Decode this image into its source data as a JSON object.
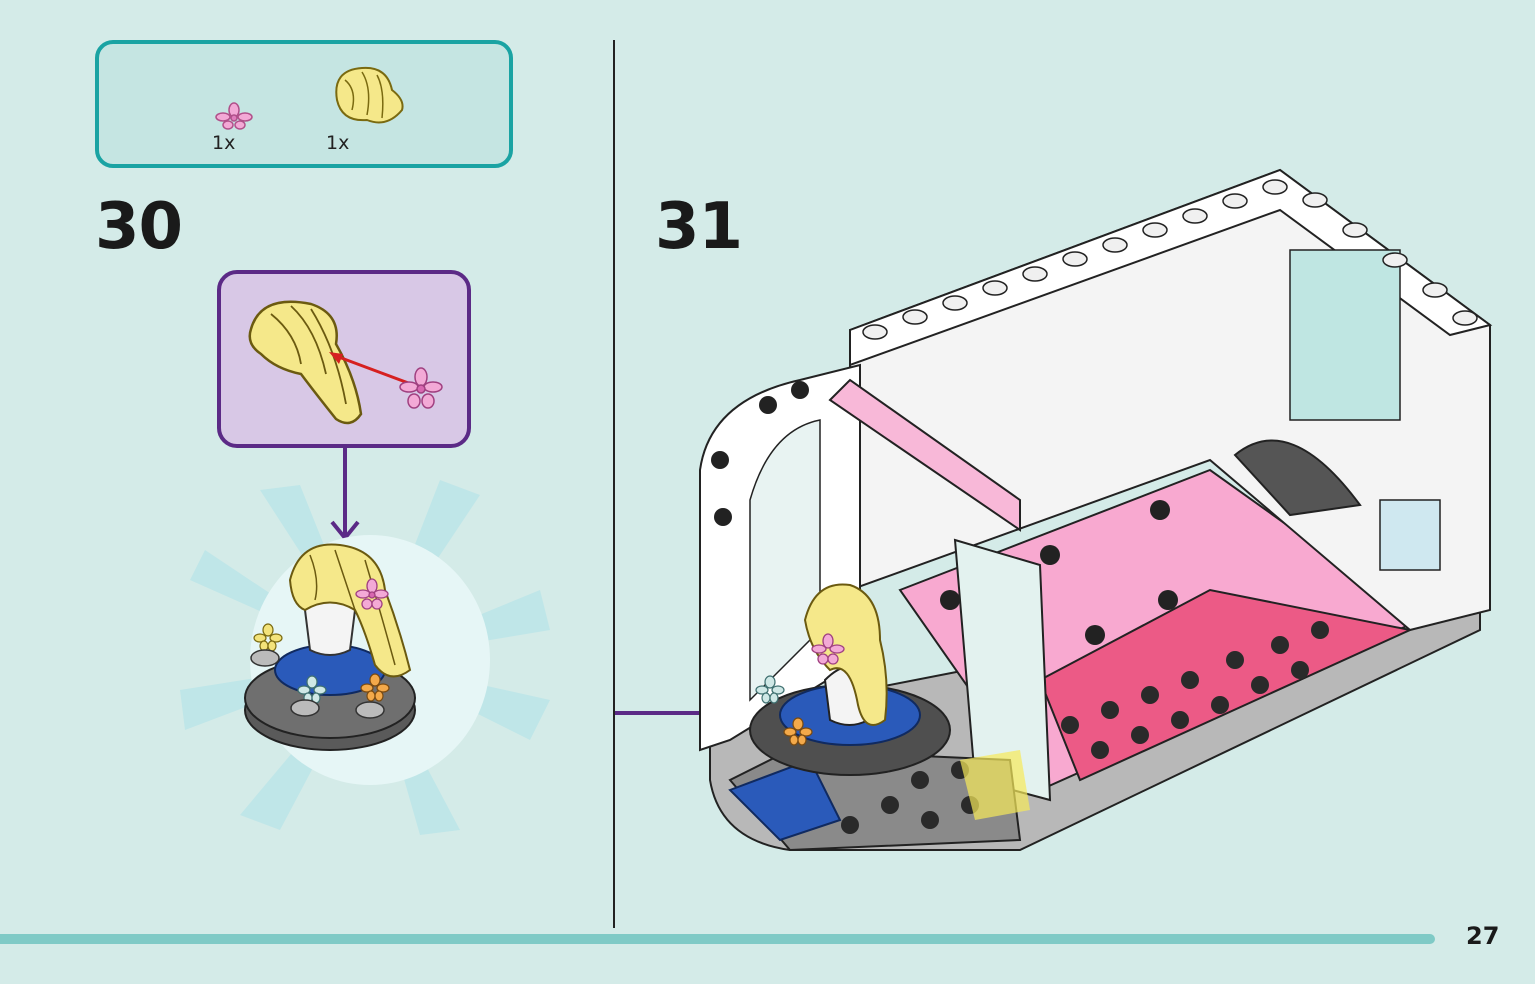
{
  "parts_list": {
    "items": [
      {
        "name": "pink-flower",
        "qty": "1x"
      },
      {
        "name": "yellow-hair",
        "qty": "1x"
      }
    ]
  },
  "steps": [
    {
      "number": "30"
    },
    {
      "number": "31"
    }
  ],
  "page_number": "27",
  "colors": {
    "background": "#d4ebe8",
    "parts_border": "#1aa3a3",
    "callout_border": "#5b2a86",
    "arrow": "#5b2a86",
    "bottom_bar": "#7fcac6"
  }
}
